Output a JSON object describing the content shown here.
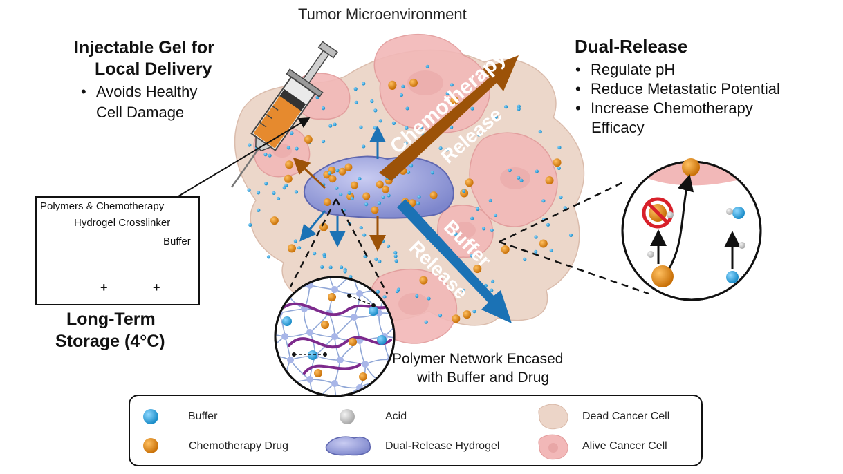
{
  "title": "Tumor Microenvironment",
  "injectable": {
    "heading_line1": "Injectable Gel for",
    "heading_line2": "Local Delivery",
    "bullets": [
      "Avoids Healthy",
      "Cell Damage"
    ]
  },
  "dual_release": {
    "heading": "Dual-Release",
    "bullets": [
      "Regulate pH",
      "Reduce Metastatic Potential",
      "Increase Chemotherapy",
      "Efficacy"
    ]
  },
  "storage": {
    "polymers_label": "Polymers & Chemotherapy",
    "crosslinker_label": "Hydrogel Crosslinker",
    "buffer_label": "Buffer",
    "plus": "+",
    "caption_line1": "Long-Term",
    "caption_line2": "Storage (4°C)"
  },
  "arrows": {
    "chemo_word1": "Chemotherapy",
    "chemo_word2": "Release",
    "buffer_word1": "Buffer",
    "buffer_word2": "Release"
  },
  "network_caption": {
    "line1": "Polymer Network Encased",
    "line2": "with Buffer and Drug"
  },
  "legend": {
    "buffer": "Buffer",
    "chemo": "Chemotherapy Drug",
    "acid": "Acid",
    "hydrogel": "Dual-Release Hydrogel",
    "dead": "Dead Cancer Cell",
    "alive": "Alive Cancer Cell"
  },
  "colors": {
    "buffer_particle": "#2a9fd6",
    "chemo_particle": "#e08a1e",
    "acid_particle": "#c8c8c8",
    "hydrogel": "#8f97d6",
    "chemo_arrow": "#9c5208",
    "buffer_arrow": "#1b72b5",
    "alive_cell": "#f2b8b8",
    "dead_cell": "#ecd5c8",
    "inhibit": "#d8202a",
    "polymer_strand": "#7d2a8c"
  }
}
